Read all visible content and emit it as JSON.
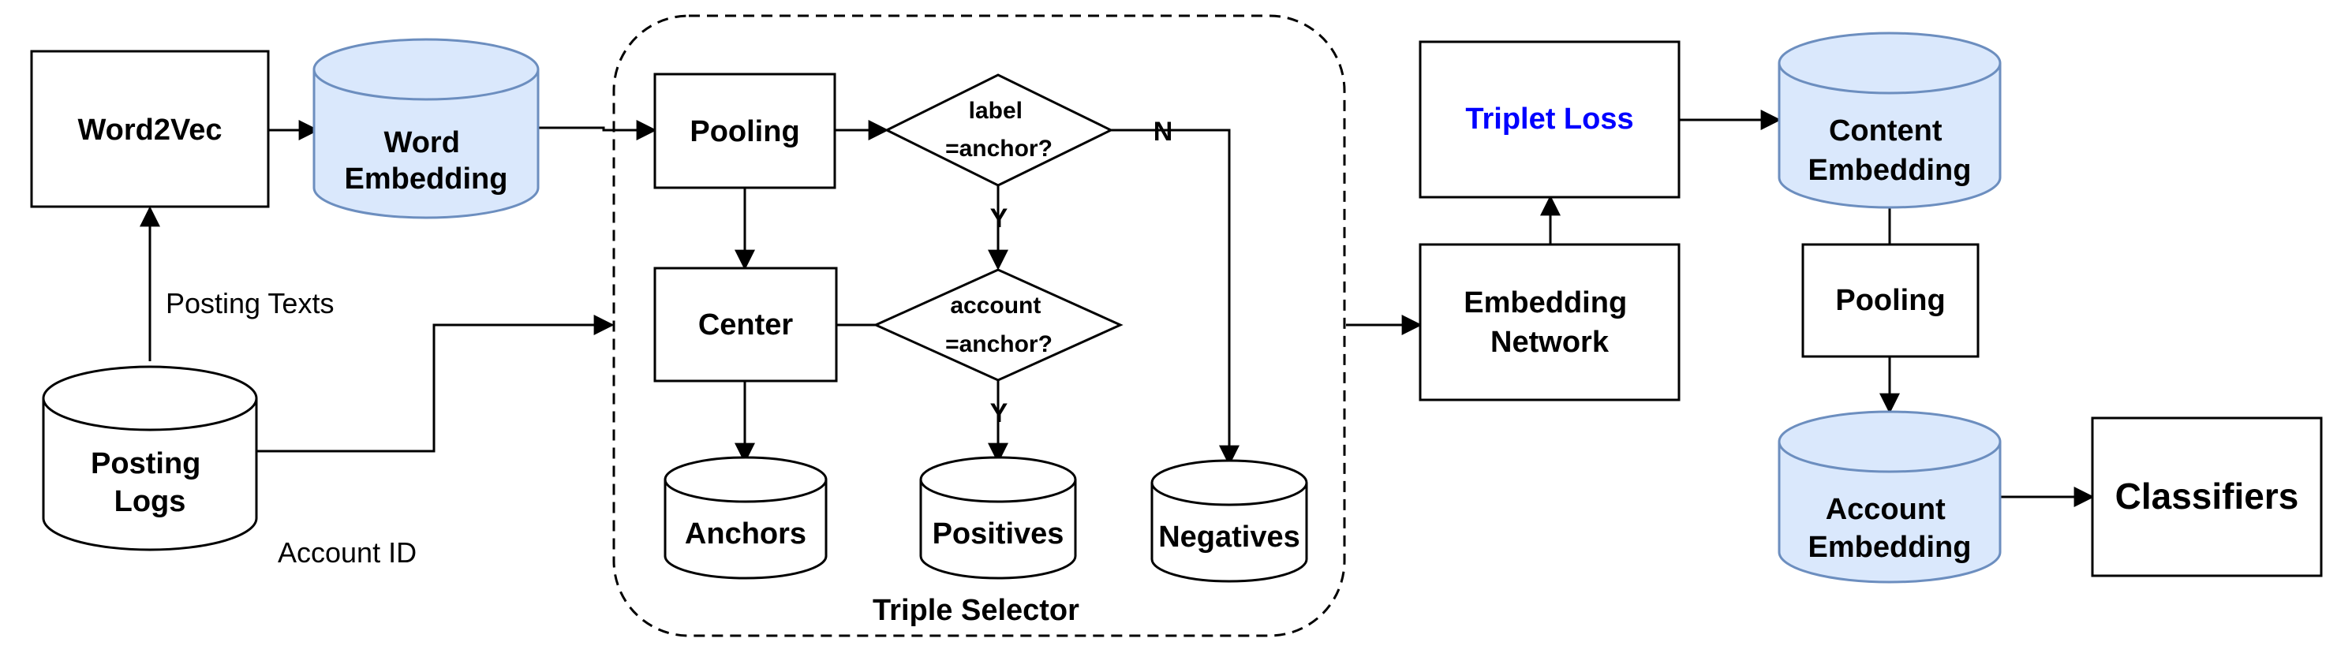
{
  "nodes": {
    "word2vec": "Word2Vec",
    "word_embedding": [
      "Word",
      "Embedding"
    ],
    "posting_logs": [
      "Posting",
      "Logs"
    ],
    "pooling_left": "Pooling",
    "center": "Center",
    "label_decision": [
      "label",
      "=anchor?"
    ],
    "account_decision": [
      "account",
      "=anchor?"
    ],
    "anchors": "Anchors",
    "positives": "Positives",
    "negatives": "Negatives",
    "triple_selector": "Triple Selector",
    "triplet_loss": "Triplet Loss",
    "embedding_network": [
      "Embedding",
      "Network"
    ],
    "content_embedding": [
      "Content",
      "Embedding"
    ],
    "pooling_right": "Pooling",
    "account_embedding": [
      "Account",
      "Embedding"
    ],
    "classifiers": "Classifiers"
  },
  "edge_labels": {
    "posting_texts": "Posting Texts",
    "account_id": "Account ID",
    "label_no": "N",
    "label_yes": "Y",
    "account_yes": "Y"
  },
  "colors": {
    "stroke": "#000000",
    "db_fill": "#dae8fc",
    "db_stroke": "#6c8ebf",
    "highlight_text": "#0000ff"
  }
}
